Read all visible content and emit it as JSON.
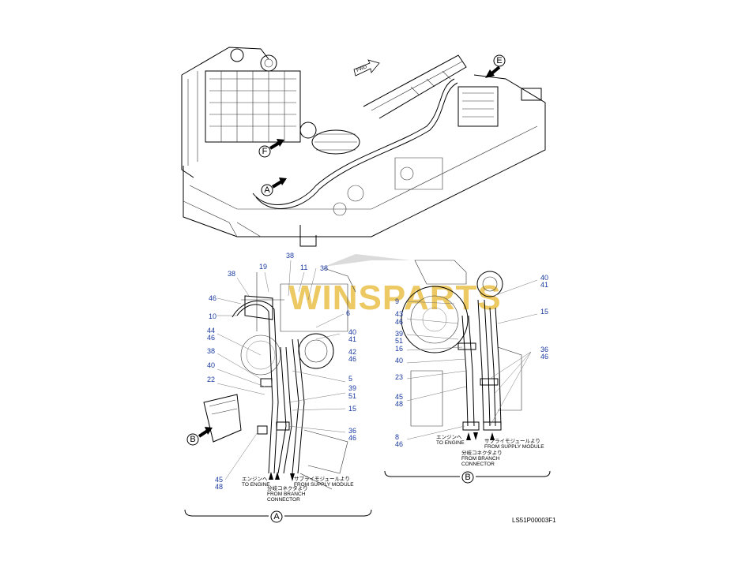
{
  "drawing_code": "LS51P00003F1",
  "watermark": {
    "text": "WINSPARTS",
    "color": "#e8b830"
  },
  "overview": {
    "fwd_label": "FWD",
    "view_markers": [
      "A",
      "E",
      "F"
    ]
  },
  "view_a": {
    "title": "A",
    "view_marker": "B",
    "callouts": [
      "38",
      "19",
      "38",
      "11",
      "38",
      "46",
      "10",
      "6",
      "44",
      "46",
      "40",
      "41",
      "38",
      "42",
      "46",
      "40",
      "5",
      "22",
      "39",
      "51",
      "15",
      "36",
      "46",
      "45",
      "48"
    ],
    "label_engine_jp": "エンジンへ",
    "label_engine": "TO ENGINE",
    "label_branch_jp": "分岐コネクタより",
    "label_branch_1": "FROM BRANCH",
    "label_branch_2": "CONNECTOR",
    "label_supply_jp": "サプライモジュールより",
    "label_supply": "FROM SUPPLY MODULE"
  },
  "view_b": {
    "title": "B",
    "callouts": [
      "40",
      "41",
      "9",
      "43",
      "46",
      "15",
      "39",
      "51",
      "16",
      "40",
      "36",
      "46",
      "23",
      "45",
      "48",
      "8",
      "46"
    ],
    "label_engine_jp": "エンジンへ",
    "label_engine": "TO ENGINE",
    "label_branch_jp": "分岐コネクタより",
    "label_branch_1": "FROM BRANCH",
    "label_branch_2": "CONNECTOR",
    "label_supply_jp": "サプライモジュールより",
    "label_supply": "FROM SUPPLY MODULE"
  }
}
